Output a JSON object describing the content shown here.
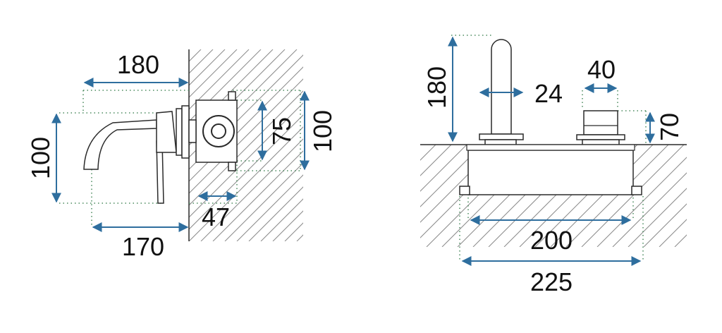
{
  "colors": {
    "dimension": "#2e6e9e",
    "outline": "#2a2a2a",
    "dotted": "#4a8a5e",
    "hatch": "#8a8a8a"
  },
  "side_view": {
    "dim_width_top": "180",
    "dim_height_left": "100",
    "dim_width_bottom": "170",
    "dim_depth": "47",
    "dim_inner_height": "75",
    "dim_outer_height": "100"
  },
  "front_view": {
    "dim_spout_height": "180",
    "dim_spout_diameter": "24",
    "dim_handle_width": "40",
    "dim_handle_height": "70",
    "dim_box_width": "200",
    "dim_total_width": "225"
  }
}
